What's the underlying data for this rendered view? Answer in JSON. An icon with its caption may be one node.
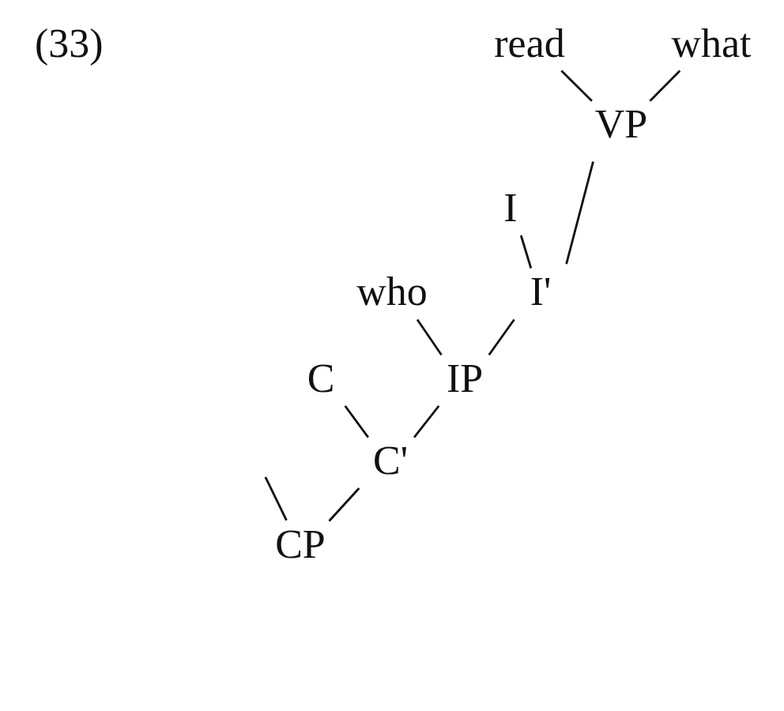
{
  "diagram": {
    "nodes": [
      {
        "text": [
          "read"
        ]
      },
      {
        "text": [
          "what"
        ]
      },
      {
        "text": [
          "I"
        ]
      },
      {
        "text": [
          "VP"
        ]
      },
      {
        "text": [
          "who"
        ]
      },
      {
        "text": [
          "I'"
        ]
      },
      {
        "text": [
          "C"
        ]
      },
      {
        "text": [
          "IP"
        ]
      },
      {
        "text": [
          "C'"
        ]
      },
      {
        "text": [
          "CP"
        ]
      }
    ],
    "edges": [
      {
        "from": 0,
        "to": 3,
        "arrow": "none"
      },
      {
        "from": 1,
        "to": 3,
        "arrow": "none"
      },
      {
        "from": 2,
        "to": 5,
        "arrow": "none"
      },
      {
        "from": 3,
        "to": 5,
        "arrow": "none"
      },
      {
        "from": 4,
        "to": 7,
        "arrow": "none"
      },
      {
        "from": 5,
        "to": 7,
        "arrow": "none"
      },
      {
        "from": 6,
        "to": 8,
        "arrow": "none"
      },
      {
        "from": 7,
        "to": 8,
        "arrow": "none"
      },
      {
        "from": 8,
        "to": 9,
        "arrow": "none"
      },
      {
        "from": null,
        "to": 9,
        "arrow": "none"
      }
    ],
    "labels": [
      "(33)"
    ]
  }
}
